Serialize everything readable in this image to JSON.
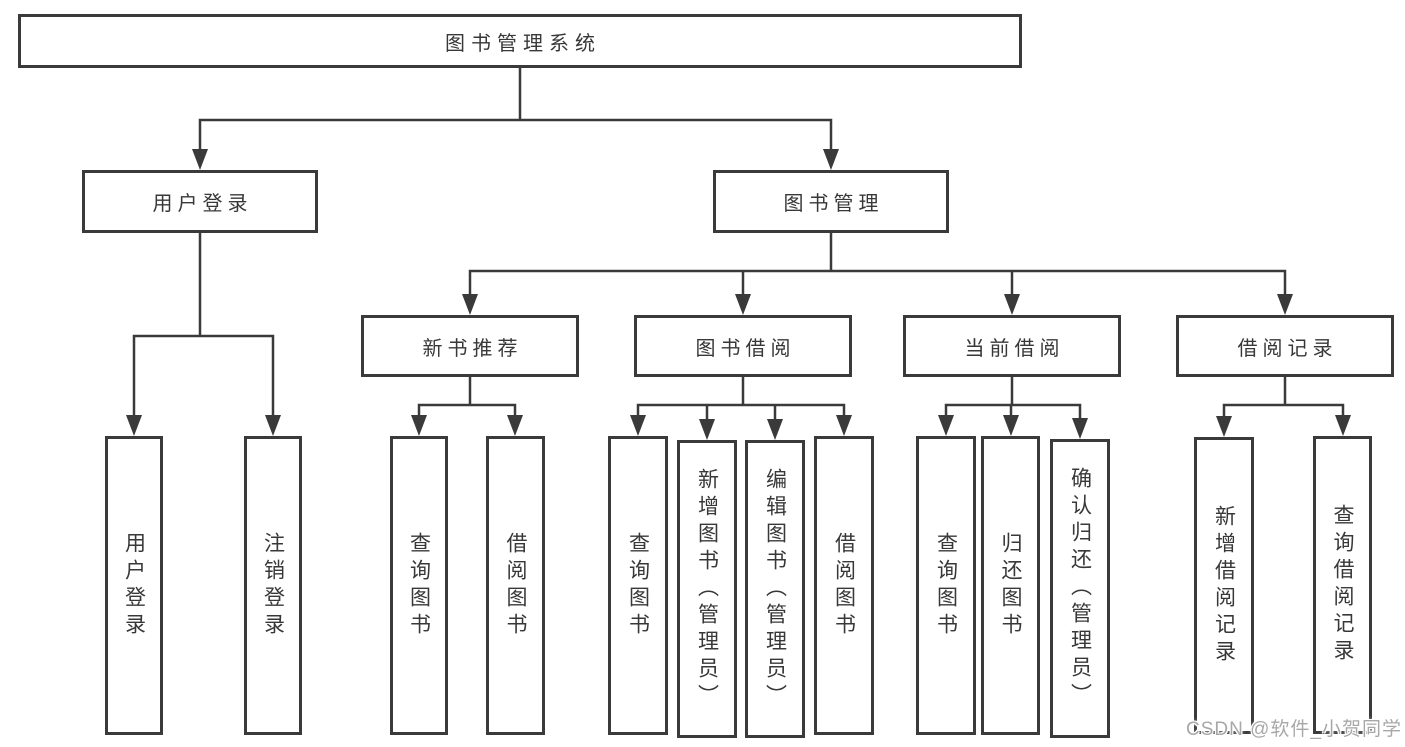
{
  "colors": {
    "line": "#3a3a3a",
    "text": "#383838",
    "watermark": "#a8a8a8",
    "background": "#ffffff"
  },
  "tree": {
    "label": "图书管理系统",
    "children": [
      {
        "label": "用户登录",
        "children": [
          {
            "label": "用户登录"
          },
          {
            "label": "注销登录"
          }
        ]
      },
      {
        "label": "图书管理",
        "children": [
          {
            "label": "新书推荐",
            "children": [
              {
                "label": "查询图书"
              },
              {
                "label": "借阅图书"
              }
            ]
          },
          {
            "label": "图书借阅",
            "children": [
              {
                "label": "查询图书"
              },
              {
                "label": "新增图书（管理员）"
              },
              {
                "label": "编辑图书（管理员）"
              },
              {
                "label": "借阅图书"
              }
            ]
          },
          {
            "label": "当前借阅",
            "children": [
              {
                "label": "查询图书"
              },
              {
                "label": "归还图书"
              },
              {
                "label": "确认归还（管理员）"
              }
            ]
          },
          {
            "label": "借阅记录",
            "children": [
              {
                "label": "新增借阅记录"
              },
              {
                "label": "查询借阅记录"
              }
            ]
          }
        ]
      }
    ]
  },
  "watermark": {
    "text": "CSDN @软件_小贺同学"
  }
}
